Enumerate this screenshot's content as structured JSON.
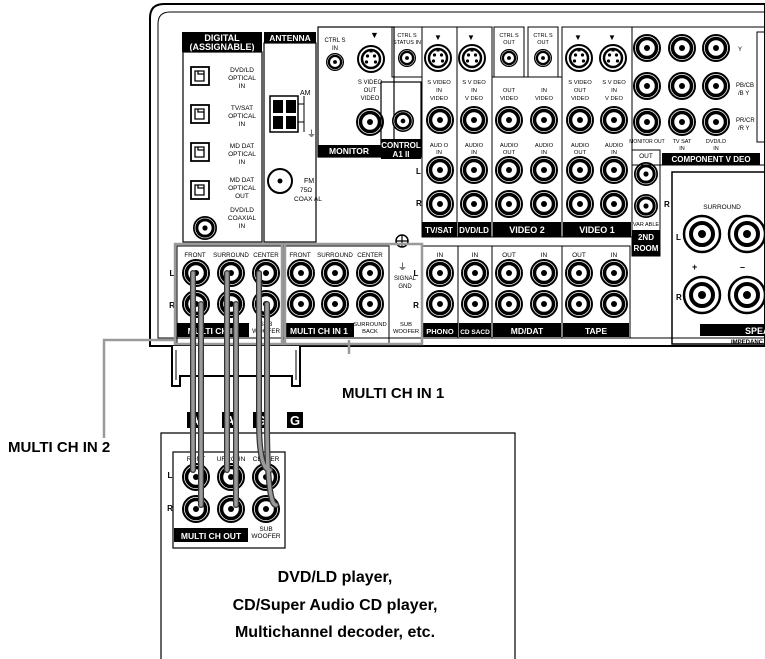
{
  "receiver": {
    "digital": {
      "title1": "DIGITAL",
      "title2": "(ASSIGNABLE)",
      "ports": [
        {
          "l1": "DVD/LD",
          "l2": "OPTICAL",
          "l3": "IN"
        },
        {
          "l1": "TV/SAT",
          "l2": "OPTICAL",
          "l3": "IN"
        },
        {
          "l1": "MD DAT",
          "l2": "OPTICAL",
          "l3": "IN"
        },
        {
          "l1": "MD DAT",
          "l2": "OPTICAL",
          "l3": "OUT"
        },
        {
          "l1": "DVD/LD",
          "l2": "COAXIAL",
          "l3": "IN"
        }
      ]
    },
    "antenna": {
      "title": "ANTENNA",
      "am": "AM",
      "fm": "FM",
      "ohm": "75Ω",
      "coax": "COAX AL"
    },
    "monitor": {
      "ctrl": "CTRL S",
      "in": "IN",
      "svideo_out": "S VIDEO",
      "out": "OUT",
      "video": "VIDEO",
      "title": "MONITOR"
    },
    "control": {
      "title": "CONTROL",
      "sub": "A1 II"
    },
    "ctrl_headers": [
      {
        "l1": "CTRL S",
        "l2": "STATUS IN"
      },
      {
        "l1": "CTRL S",
        "l2": "OUT"
      },
      {
        "l1": "CTRL S",
        "l2": "OUT"
      }
    ],
    "video_cols": [
      {
        "l1": "S VIDEO",
        "l2": "IN",
        "l3": "VIDEO",
        "a1": "AUD O",
        "a2": "IN"
      },
      {
        "l1": "S V DEO",
        "l2": "IN",
        "l3": "V DEO",
        "a1": "AUDIO",
        "a2": "IN"
      },
      {
        "l1": "OUT",
        "l2": "",
        "l3": "VIDEO",
        "a1": "AUDIO",
        "a2": "OUT"
      },
      {
        "l1": "IN",
        "l2": "",
        "l3": "VIDEO",
        "a1": "AUDIO",
        "a2": "IN"
      },
      {
        "l1": "S VIDEO",
        "l2": "OUT",
        "l3": "VIDEO",
        "a1": "AUDIO",
        "a2": "OUT"
      },
      {
        "l1": "S V DEO",
        "l2": "IN",
        "l3": "V DEO",
        "a1": "AUDIO",
        "a2": "IN"
      }
    ],
    "video_groups": [
      "TV/SAT",
      "DVD/LD",
      "VIDEO 2",
      "VIDEO 1"
    ],
    "second_room": {
      "out": "OUT",
      "var": "VAR ABLE",
      "title1": "2ND",
      "title2": "ROOM"
    },
    "component": {
      "y": "Y",
      "pb": "PB/CB",
      "pb2": "/B Y",
      "pr": "PR/CR",
      "pr2": "/R Y",
      "bottom": [
        "MONITOR OUT",
        "TV SAT",
        "IN",
        "DVD/LD",
        "IN"
      ],
      "title": "COMPONENT V DEO"
    },
    "lr": {
      "l": "L",
      "r": "R"
    },
    "multi_in": {
      "headers": [
        "FRONT",
        "SURROUND",
        "CENTER",
        "FRONT",
        "SURROUND",
        "CENTER"
      ],
      "sub_woofer": [
        "SUB",
        "WOOFER"
      ],
      "surround_back": [
        "SURROUND",
        "BACK"
      ],
      "signal_gnd": [
        "SIGNAL",
        "GND"
      ],
      "title2": "MULTI CH IN",
      "title1": "MULTI CH IN 1"
    },
    "phono": {
      "in": "IN",
      "title": "PHONO"
    },
    "cd": {
      "in": "IN",
      "title": "CD SACD"
    },
    "md": {
      "out": "OUT",
      "in": "IN",
      "title": "MD/DAT"
    },
    "tape": {
      "out": "OUT",
      "in": "IN",
      "title": "TAPE"
    },
    "speakers": {
      "surround": "SURROUND",
      "plus": "+",
      "minus": "–",
      "title": "SPEA",
      "impedance": "IMPEDANC"
    }
  },
  "callouts": {
    "multi_ch_in_1": "MULTI CH IN 1",
    "multi_ch_in_2": "MULTI CH IN 2"
  },
  "plug_labels": [
    "A",
    "A",
    "G",
    "G"
  ],
  "player": {
    "headers": [
      "RONT",
      "URROUN",
      "CENTER"
    ],
    "l": "L",
    "r": "R",
    "sub": [
      "SUB",
      "WOOFER"
    ],
    "title": "MULTI CH OUT",
    "desc1": "DVD/LD player,",
    "desc2": "CD/Super Audio CD player,",
    "desc3": "Multichannel decoder, etc."
  }
}
